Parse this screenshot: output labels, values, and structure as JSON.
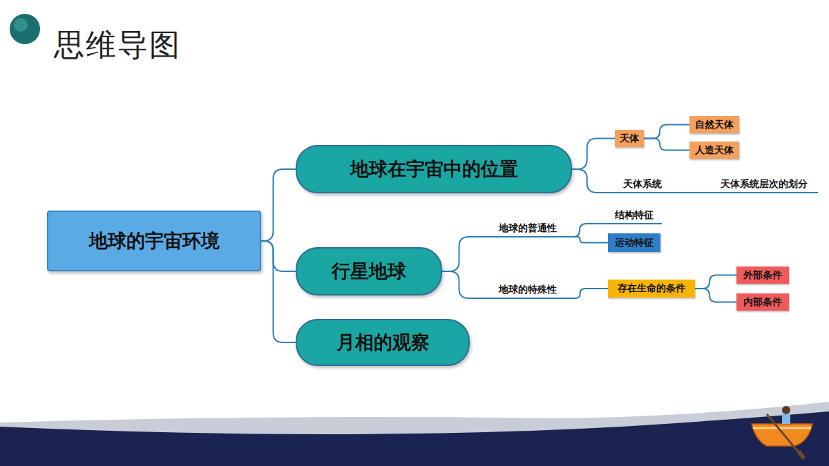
{
  "diagram": {
    "title": "思维导图",
    "nodes": [
      {
        "text": [
          "地球的宇宙环境"
        ]
      },
      {
        "text": [
          "地球在宇宙中的位置"
        ]
      },
      {
        "text": [
          "行星地球"
        ]
      },
      {
        "text": [
          "月相的观察"
        ]
      },
      {
        "text": [
          "天体"
        ]
      },
      {
        "text": [
          "自然天体"
        ]
      },
      {
        "text": [
          "人造天体"
        ]
      },
      {
        "text": [
          "天体系统"
        ]
      },
      {
        "text": [
          "天体系统层次的划分"
        ]
      },
      {
        "text": [
          "地球的普通性"
        ]
      },
      {
        "text": [
          "结构特征"
        ]
      },
      {
        "text": [
          "运动特征"
        ]
      },
      {
        "text": [
          "地球的特殊性"
        ]
      },
      {
        "text": [
          "存在生命的条件"
        ]
      },
      {
        "text": [
          "外部条件"
        ]
      },
      {
        "text": [
          "内部条件"
        ]
      }
    ],
    "edges": [
      {
        "from": 0,
        "to": 1,
        "arrow": "none"
      },
      {
        "from": 0,
        "to": 2,
        "arrow": "none"
      },
      {
        "from": 0,
        "to": 3,
        "arrow": "none"
      },
      {
        "from": 1,
        "to": 4,
        "arrow": "none"
      },
      {
        "from": 1,
        "to": 7,
        "arrow": "none"
      },
      {
        "from": 4,
        "to": 5,
        "arrow": "none"
      },
      {
        "from": 4,
        "to": 6,
        "arrow": "none"
      },
      {
        "from": 7,
        "to": 8,
        "arrow": "none"
      },
      {
        "from": 2,
        "to": 9,
        "arrow": "none"
      },
      {
        "from": 2,
        "to": 12,
        "arrow": "none"
      },
      {
        "from": 9,
        "to": 10,
        "arrow": "none"
      },
      {
        "from": 9,
        "to": 11,
        "arrow": "none"
      },
      {
        "from": 12,
        "to": 13,
        "arrow": "none"
      },
      {
        "from": 13,
        "to": 14,
        "arrow": "none"
      },
      {
        "from": 13,
        "to": 15,
        "arrow": "none"
      }
    ]
  }
}
